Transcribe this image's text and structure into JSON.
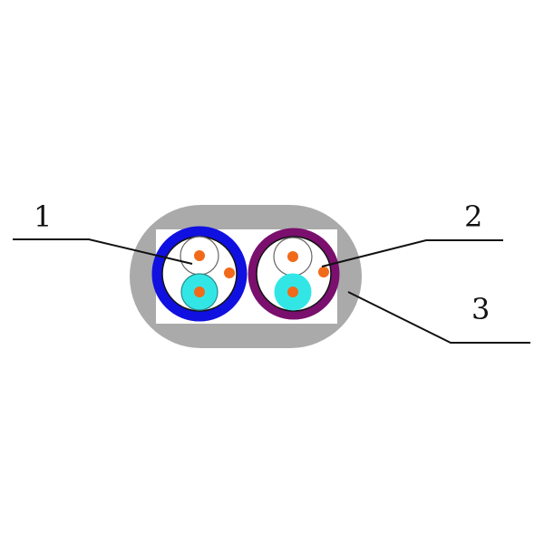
{
  "diagram": {
    "labels": {
      "one": "1",
      "two": "2",
      "three": "3"
    },
    "colors": {
      "sheath": "#aaaaaa",
      "shield_left": "#1010e0",
      "shield_right": "#7a0f6e",
      "insulation_cyan": "#33e6e6",
      "conductor": "#f06a1a",
      "leader": "#111111"
    }
  }
}
